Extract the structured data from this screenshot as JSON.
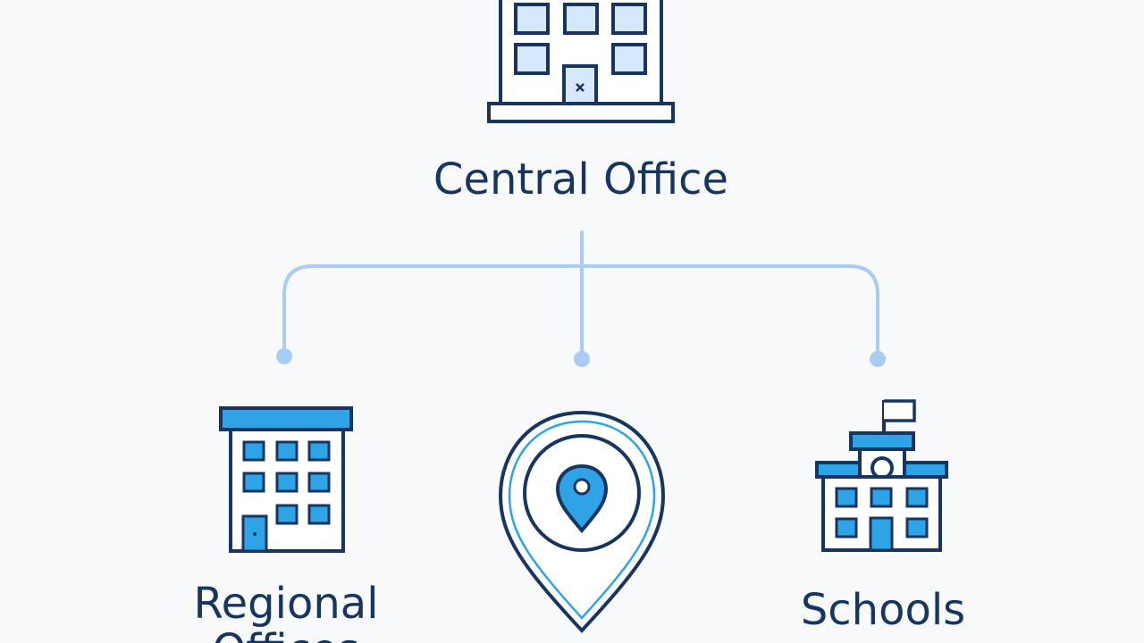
{
  "diagram": {
    "nodes": {
      "central": {
        "label": "Central Office",
        "icon": "office-building-icon"
      },
      "regional": {
        "label": "Regional Offices",
        "icon": "regional-office-building-icon"
      },
      "location": {
        "label": "",
        "icon": "map-pin-icon"
      },
      "schools": {
        "label": "Schools",
        "icon": "school-building-icon"
      }
    },
    "colors": {
      "ink": "#17355e",
      "accent": "#2ea3e6",
      "accent_light": "#d6e8fb",
      "connector": "#a9cdf2",
      "background": "#f8f9fa"
    }
  }
}
